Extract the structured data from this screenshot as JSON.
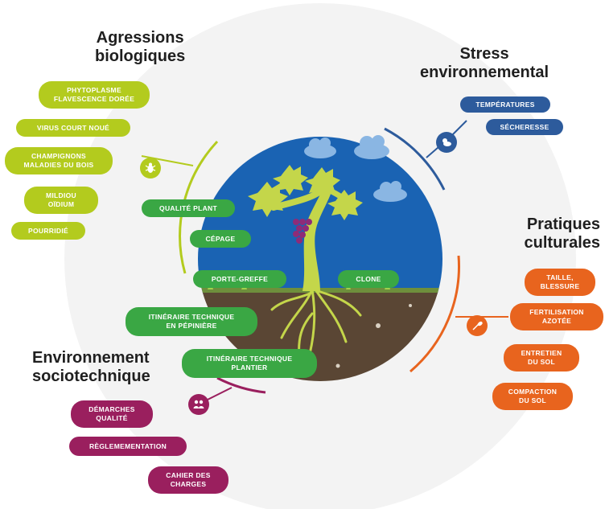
{
  "colors": {
    "lime": "#b3cb1e",
    "blue": "#2d5b9c",
    "orange": "#e8641e",
    "purple": "#9a1f5e",
    "green": "#3aa744",
    "sky": "#1a63b3",
    "soil": "#5a4634",
    "vine": "#c4d64a",
    "grapes": "#8e2b78"
  },
  "sections": {
    "biologiques": {
      "title": "Agressions\nbiologiques",
      "icon": "bug-icon",
      "items": [
        "PHYTOPLASME\nFLAVESCENCE DORÉE",
        "VIRUS COURT NOUÉ",
        "CHAMPIGNONS\nMALADIES DU BOIS",
        "MILDIOU\nOÏDIUM",
        "POURRIDIÉ"
      ]
    },
    "stress": {
      "title": "Stress\nenvironnemental",
      "icon": "weather-icon",
      "items": [
        "TEMPÉRATURES",
        "SÉCHERESSE"
      ]
    },
    "pratiques": {
      "title": "Pratiques\nculturales",
      "icon": "pruning-icon",
      "items": [
        "TAILLE,\nBLESSURE",
        "FERTILISATION\nAZOTÉE",
        "ENTRETIEN\nDU SOL",
        "COMPACTION\nDU SOL"
      ]
    },
    "sociotechnique": {
      "title": "Environnement\nsociotechnique",
      "icon": "people-icon",
      "items": [
        "DÉMARCHES\nQUALITÉ",
        "RÈGLEMEMENTATION",
        "CAHIER DES\nCHARGES"
      ]
    }
  },
  "center": {
    "items": [
      "QUALITÉ PLANT",
      "CÉPAGE",
      "PORTE-GREFFE",
      "CLONE",
      "ITINÉRAIRE TECHNIQUE\nEN PÉPINIÈRE",
      "ITINÉRAIRE TECHNIQUE\nPLANTIER"
    ]
  }
}
